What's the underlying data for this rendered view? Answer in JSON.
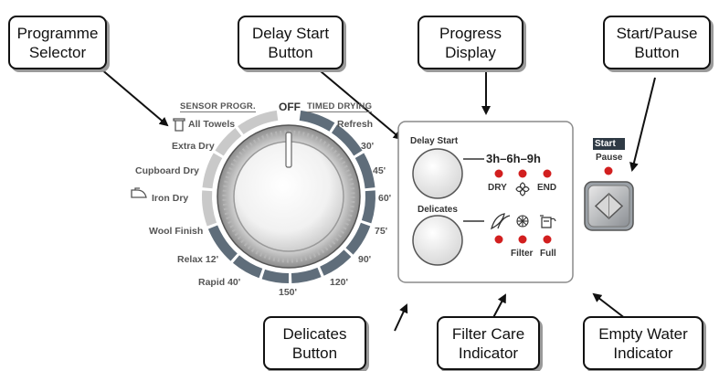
{
  "callouts": {
    "programme_selector": "Programme\nSelector",
    "delay_start_button": "Delay Start\nButton",
    "progress_display": "Progress\nDisplay",
    "start_pause_button": "Start/Pause\nButton",
    "delicates_button": "Delicates\nButton",
    "filter_care_indicator": "Filter Care\nIndicator",
    "empty_water_indicator": "Empty Water\nIndicator"
  },
  "dial": {
    "off": "OFF",
    "sensor_heading": "SENSOR PROGR.",
    "timed_heading": "TIMED DRYING",
    "left_programs": [
      "All Towels",
      "Extra Dry",
      "Cupboard Dry",
      "Iron Dry",
      "Wool Finish",
      "Relax 12'",
      "Rapid 40'"
    ],
    "right_programs": [
      "Refresh",
      "30'",
      "45'",
      "60'",
      "75'",
      "90'",
      "120'",
      "150'"
    ],
    "icons": [
      "towel-icon",
      "iron-icon"
    ]
  },
  "panel": {
    "delay_start_label": "Delay Start",
    "hours": "3h–6h–9h",
    "status_labels": [
      "DRY",
      "END"
    ],
    "delicates_label": "Delicates",
    "indicator_labels": [
      "Filter",
      "Full"
    ],
    "start_label": "Start",
    "pause_label": "Pause",
    "icons": [
      "fan-icon",
      "feather-icon",
      "filter-icon",
      "water-container-icon",
      "start-diamond-icon"
    ]
  },
  "colors": {
    "led_red": "#d21f1f",
    "tab_dark": "#2f3a45",
    "ring_light": "#c9c9c9",
    "ring_dark": "#5f6d7a"
  }
}
